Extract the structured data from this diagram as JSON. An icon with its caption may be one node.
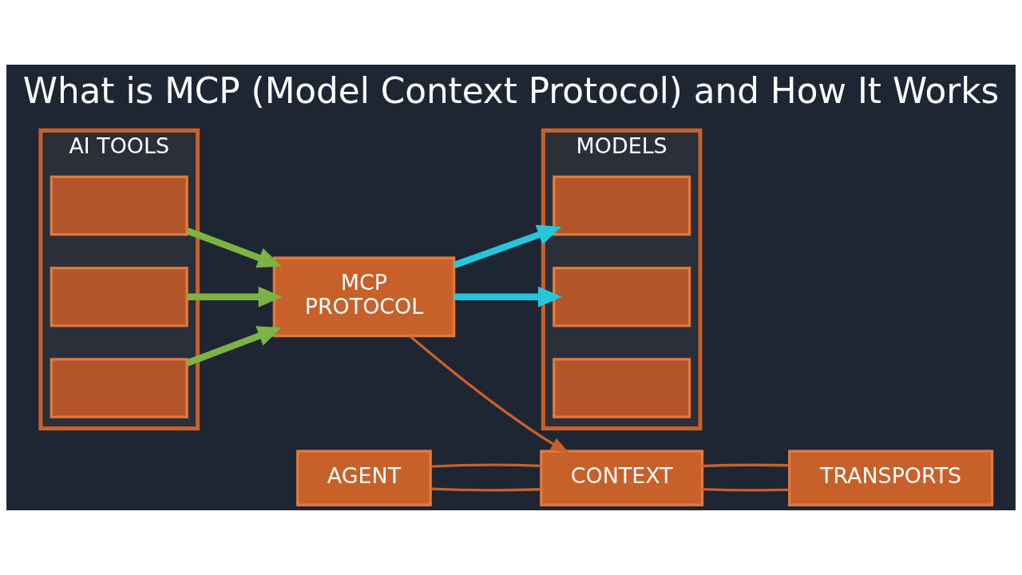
{
  "diagram": {
    "title": "What is MCP (Model Context Protocol) and How It Works",
    "nodes": [
      {
        "text": [
          "AI TOOLS"
        ]
      },
      {
        "text": [],
        "shape": "box",
        "in": 0
      },
      {
        "text": [],
        "shape": "box",
        "in": 0
      },
      {
        "text": [],
        "shape": "box",
        "in": 0
      },
      {
        "text": [
          "MCP",
          "PROTOCOL"
        ]
      },
      {
        "text": [
          "MODELS"
        ]
      },
      {
        "text": [],
        "shape": "box",
        "in": 5
      },
      {
        "text": [],
        "shape": "box",
        "in": 5
      },
      {
        "text": [],
        "shape": "box",
        "in": 5
      },
      {
        "text": [
          "AGENT"
        ]
      },
      {
        "text": [
          "CONTEXT"
        ]
      },
      {
        "text": [
          "TRANSPORTS"
        ]
      }
    ],
    "edges": [
      {
        "from": 1,
        "to": 4,
        "arrow": "to",
        "style": "thick",
        "color": "#7cb342"
      },
      {
        "from": 2,
        "to": 4,
        "arrow": "to",
        "style": "thick",
        "color": "#7cb342"
      },
      {
        "from": 3,
        "to": 4,
        "arrow": "to",
        "style": "thick",
        "color": "#7cb342"
      },
      {
        "from": 4,
        "to": 6,
        "arrow": "to",
        "style": "thick",
        "color": "#26c6da"
      },
      {
        "from": 4,
        "to": 7,
        "arrow": "to",
        "style": "thick",
        "color": "#26c6da"
      },
      {
        "from": 4,
        "to": 10,
        "arrow": "to"
      },
      {
        "from": 9,
        "to": 10,
        "arrow": "none"
      },
      {
        "from": 9,
        "to": 10,
        "arrow": "none"
      },
      {
        "from": 10,
        "to": 11,
        "arrow": "none"
      },
      {
        "from": 10,
        "to": 11,
        "arrow": "none"
      }
    ]
  }
}
